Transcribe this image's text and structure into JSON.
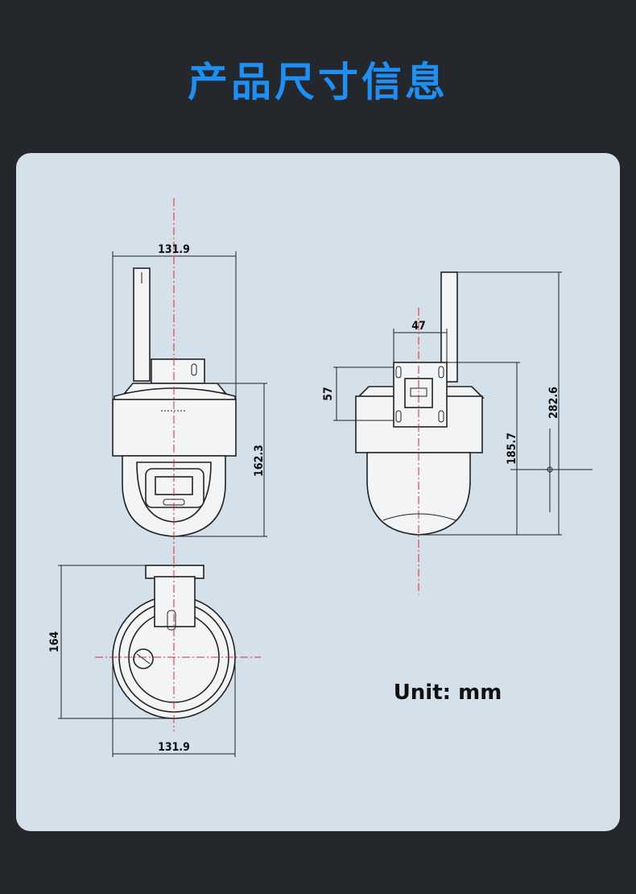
{
  "header": {
    "title": "产品尺寸信息"
  },
  "colors": {
    "background": "#24282c",
    "panel": "#d4e0ea",
    "title": "#1e8ff5",
    "centerline": "#e0282c"
  },
  "front_view": {
    "width_label": "131.9",
    "height_label": "162.3"
  },
  "side_view": {
    "bracket_width_label": "47",
    "bracket_height_label": "57",
    "body_height_label": "185.7",
    "total_height_label": "282.6"
  },
  "bottom_view": {
    "depth_label": "164",
    "width_label": "131.9"
  },
  "unit_note": "Unit: mm"
}
